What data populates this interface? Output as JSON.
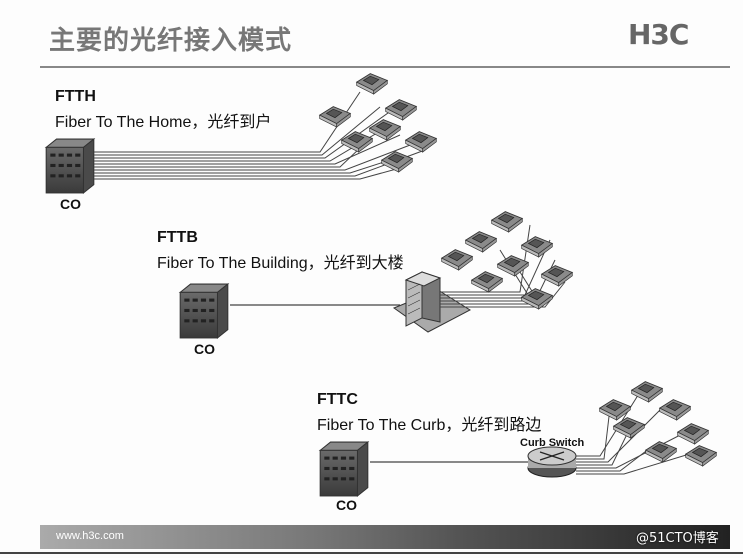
{
  "header": {
    "title": "主要的光纤接入模式",
    "logo": "H3C"
  },
  "ftth": {
    "name": "FTTH",
    "desc": "Fiber To The Home，光纤到户",
    "co": "CO"
  },
  "fttb": {
    "name": "FTTB",
    "desc": "Fiber To The Building，光纤到大楼",
    "co": "CO"
  },
  "fttc": {
    "name": "FTTC",
    "desc": "Fiber To The Curb，光纤到路边",
    "co": "CO",
    "switch_label": "Curb Switch"
  },
  "footer": {
    "url": "www.h3c.com",
    "watermark": "@51CTO博客"
  }
}
